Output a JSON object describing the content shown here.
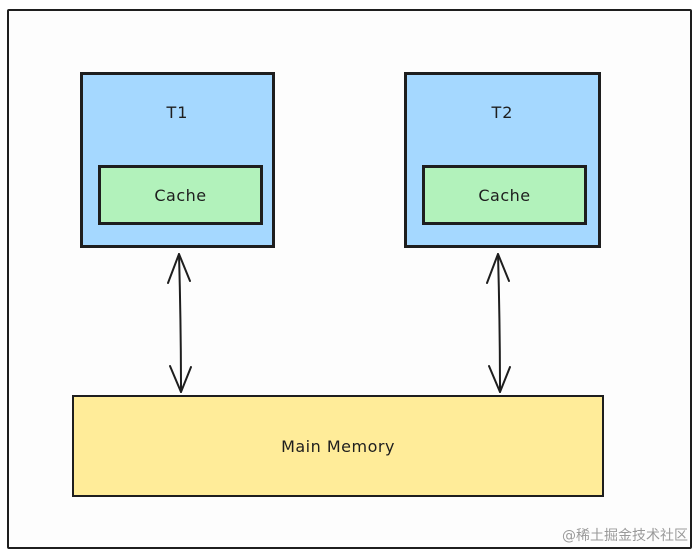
{
  "nodes": {
    "t1": {
      "label": "T1",
      "cache_label": "Cache"
    },
    "t2": {
      "label": "T2",
      "cache_label": "Cache"
    },
    "main_memory": {
      "label": "Main Memory"
    }
  },
  "edges": [
    {
      "from": "t1",
      "to": "main_memory",
      "direction": "bidirectional"
    },
    {
      "from": "t2",
      "to": "main_memory",
      "direction": "bidirectional"
    }
  ],
  "colors": {
    "thread_fill": "#a5d8ff",
    "cache_fill": "#b2f2bb",
    "memory_fill": "#ffec99",
    "stroke": "#1e1e1e"
  },
  "watermark": "@稀土掘金技术社区"
}
